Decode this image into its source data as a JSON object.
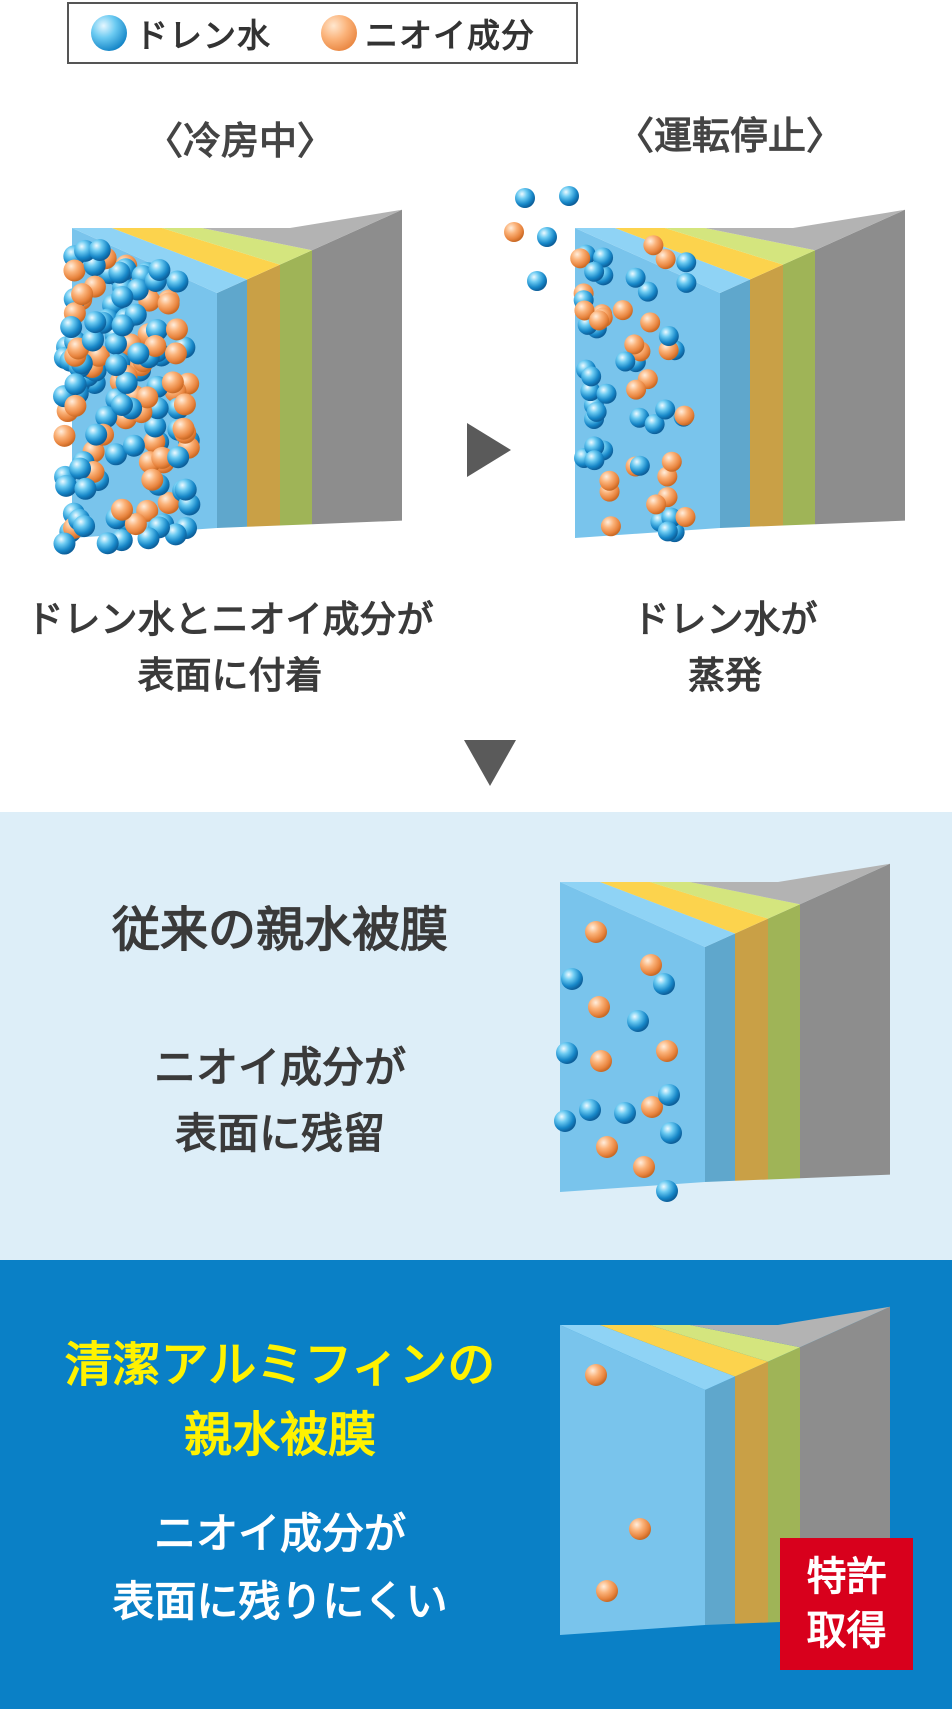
{
  "legend": {
    "items": [
      {
        "label": "ドレン水",
        "color": "#2a9ad6"
      },
      {
        "label": "ニオイ成分",
        "color": "#f39b55"
      }
    ]
  },
  "states": {
    "cooling": {
      "label": "〈冷房中〉",
      "caption_line1": "ドレン水とニオイ成分が",
      "caption_line2": "表面に付着"
    },
    "stopped": {
      "label": "〈運転停止〉",
      "caption_line1": "ドレン水が",
      "caption_line2": "蒸発"
    }
  },
  "conventional": {
    "title": "従来の親水被膜",
    "desc_line1": "ニオイ成分が",
    "desc_line2": "表面に残留"
  },
  "clean": {
    "title_line1": "清潔アルミフィンの",
    "title_line2": "親水被膜",
    "desc_line1": "ニオイ成分が",
    "desc_line2": "表面に残りにくい",
    "patent_line1": "特許",
    "patent_line2": "取得"
  },
  "colors": {
    "layer_blue": "#6fc3ec",
    "layer_yellow": "#f8c93a",
    "layer_green": "#b7d66a",
    "layer_gray": "#9a9a9a",
    "panel_light": "#ddeef8",
    "panel_blue": "#0a80c6",
    "highlight_yellow": "#fff200",
    "patent_red": "#d8001c"
  }
}
